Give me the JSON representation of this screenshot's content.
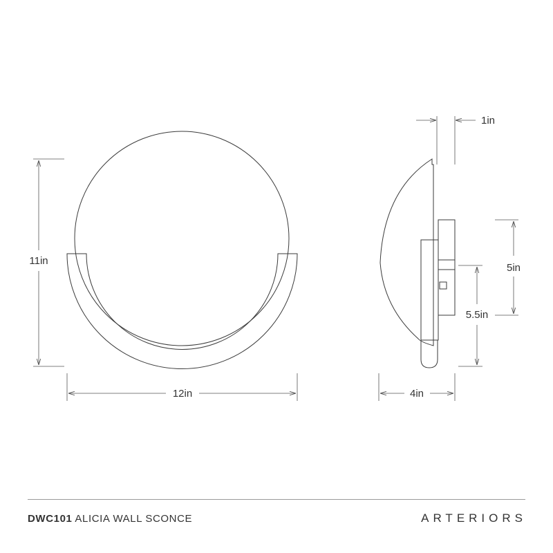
{
  "dimensions": {
    "height": "11in",
    "width": "12in",
    "depth": "4in",
    "plate_thickness": "1in",
    "backplate_height": "5in",
    "mount_height": "5.5in"
  },
  "footer": {
    "product_code": "DWC101",
    "product_name": "ALICIA WALL SCONCE",
    "brand": "ARTERIORS"
  }
}
